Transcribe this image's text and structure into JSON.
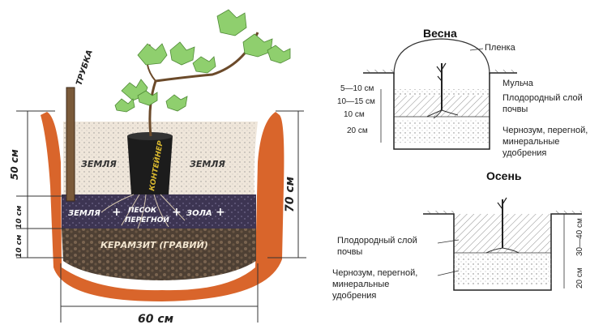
{
  "left": {
    "tube": "ТРУБКА",
    "container": "КОНТЕЙНЕР",
    "soil_left": "ЗЕМЛЯ",
    "soil_right": "ЗЕМЛЯ",
    "mix_soil": "ЗЕМЛЯ",
    "plus": "+",
    "mix_sand": "ПЕСОК",
    "mix_humus": "ПЕРЕГНОЙ",
    "mix_ash": "ЗОЛА",
    "gravel": "КЕРАМЗИТ (ГРАВИЙ)",
    "dim_50": "50 см",
    "dim_10a": "10 см",
    "dim_10b": "10 см",
    "dim_70": "70 см",
    "dim_60": "60 см"
  },
  "spring": {
    "title": "Весна",
    "film": "Пленка",
    "mulch": "Мульча",
    "fertile_1": "Плодородный слой",
    "fertile_2": "почвы",
    "chernozem_1": "Чернозум, перегной,",
    "chernozem_2": "минеральные",
    "chernozem_3": "удобрения",
    "dim_1": "5—10 см",
    "dim_2": "10—15 см",
    "dim_3": "10 см",
    "dim_4": "20 см"
  },
  "autumn": {
    "title": "Осень",
    "fertile_1": "Плодородный слой",
    "fertile_2": "почвы",
    "chernozem_1": "Чернозум, перегной,",
    "chernozem_2": "минеральные",
    "chernozem_3": "удобрения",
    "dim_1": "30—40 см",
    "dim_2": "20 см"
  },
  "colors": {
    "pit_wall": "#d9652b",
    "soil_fill": "#efe6da",
    "mix_layer": "#3d3553",
    "gravel_layer": "#5a4a3a",
    "leaf": "#8fcf6e",
    "container": "#1c1c1c"
  }
}
